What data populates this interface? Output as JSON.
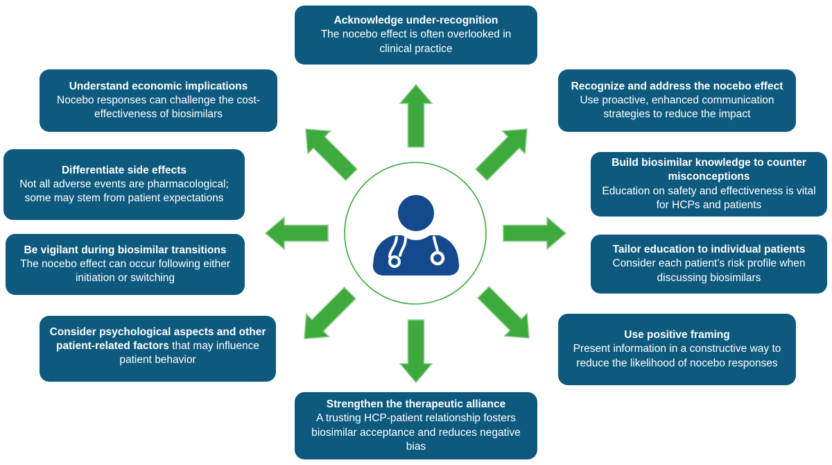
{
  "figure": {
    "type": "hub-and-spoke diagram",
    "center_icon": "doctor-with-stethoscope",
    "arrow_count": 8
  },
  "colors": {
    "box_bg": "#0e5a7f",
    "box_text": "#ffffff",
    "arrow_fill": "#3ea93c",
    "arrow_stroke": "#8fcb8d",
    "circle_stroke": "#3ea93c",
    "icon_navy": "#15498d",
    "page_bg": "#ffffff"
  },
  "boxes": [
    {
      "id": "acknowledge-under-recognition",
      "title": "Acknowledge under-recognition",
      "body": "The nocebo effect is often overlooked in clinical practice"
    },
    {
      "id": "understand-economic-implications",
      "title": "Understand economic implications",
      "body": "Nocebo responses can challenge the cost-effectiveness of biosimilars"
    },
    {
      "id": "differentiate-side-effects",
      "title": "Differentiate side effects",
      "body": "Not all adverse events are pharmacological; some may stem from patient expectations"
    },
    {
      "id": "be-vigilant-during-biosimilar-transitions",
      "title": "Be vigilant during biosimilar transitions",
      "body": "The nocebo effect can occur following either initiation or switching"
    },
    {
      "id": "consider-psychological-aspects",
      "title": "Consider psychological aspects and other patient-related factors",
      "body": " that may influence patient behavior"
    },
    {
      "id": "strengthen-therapeutic-alliance",
      "title": "Strengthen the therapeutic alliance",
      "body": "A trusting HCP-patient relationship fosters biosimilar acceptance and reduces negative bias"
    },
    {
      "id": "recognize-and-address-nocebo-effect",
      "title": "Recognize and address the nocebo effect",
      "body": "Use proactive, enhanced communication strategies to reduce the impact"
    },
    {
      "id": "build-biosimilar-knowledge",
      "title": "Build biosimilar knowledge to counter misconceptions",
      "body": "Education on safety and effectiveness is vital for HCPs and patients"
    },
    {
      "id": "tailor-education-to-individual-patients",
      "title": "Tailor education to individual patients",
      "body": "Consider each patient’s risk profile when discussing biosimilars"
    },
    {
      "id": "use-positive-framing",
      "title": "Use positive framing",
      "body": "Present information in a constructive way to reduce the likelihood of nocebo responses"
    }
  ]
}
